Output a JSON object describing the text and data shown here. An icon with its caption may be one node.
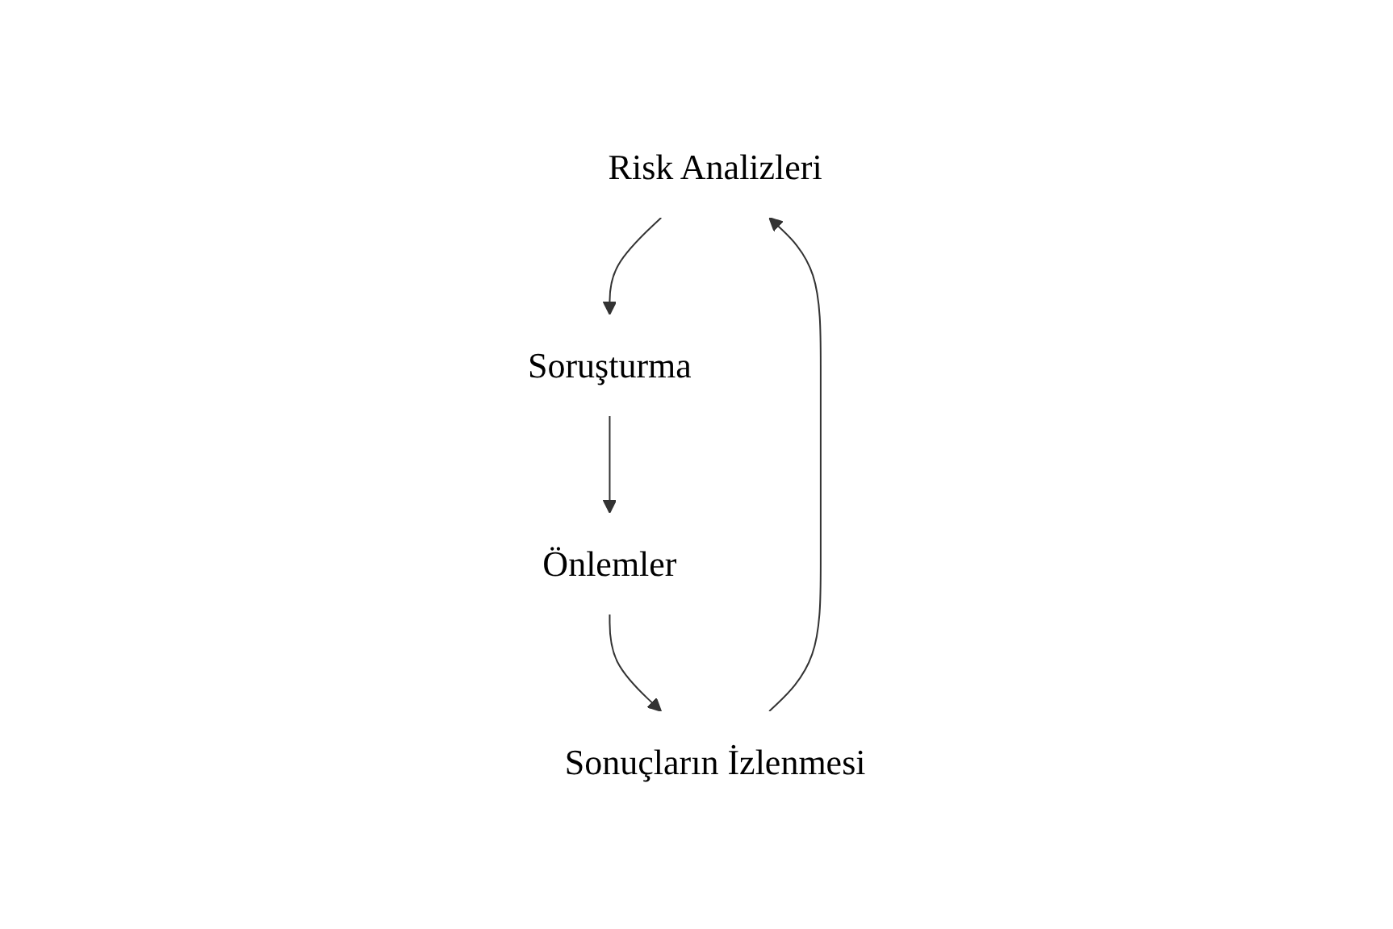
{
  "diagram": {
    "nodes": [
      {
        "text": [
          "Risk Analizleri"
        ]
      },
      {
        "text": [
          "Soruşturma"
        ]
      },
      {
        "text": [
          "Önlemler"
        ]
      },
      {
        "text": [
          "Sonuçların İzlenmesi"
        ]
      }
    ],
    "edges": [
      {
        "from": 0,
        "to": 1,
        "arrow": "to"
      },
      {
        "from": 1,
        "to": 2,
        "arrow": "to"
      },
      {
        "from": 2,
        "to": 3,
        "arrow": "to"
      },
      {
        "from": 3,
        "to": 0,
        "arrow": "to"
      }
    ]
  }
}
